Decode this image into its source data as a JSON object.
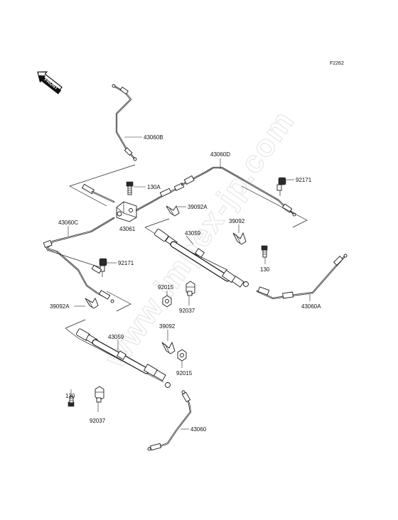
{
  "figure_code": "F2262",
  "front_label": "FRONT",
  "watermark": "www.impex-jp.com",
  "parts": [
    {
      "id": "p-43060B",
      "label": "43060B"
    },
    {
      "id": "p-130A",
      "label": "130A"
    },
    {
      "id": "p-43060D",
      "label": "43060D"
    },
    {
      "id": "p-92171-right",
      "label": "92171"
    },
    {
      "id": "p-39092A-upper",
      "label": "39092A"
    },
    {
      "id": "p-43060C",
      "label": "43060C"
    },
    {
      "id": "p-43061",
      "label": "43061"
    },
    {
      "id": "p-39092-upper",
      "label": "39092"
    },
    {
      "id": "p-43059-upper",
      "label": "43059"
    },
    {
      "id": "p-92171-left",
      "label": "92171"
    },
    {
      "id": "p-130-right",
      "label": "130"
    },
    {
      "id": "p-92015-upper",
      "label": "92015"
    },
    {
      "id": "p-39092A-lower",
      "label": "39092A"
    },
    {
      "id": "p-92037-upper",
      "label": "92037"
    },
    {
      "id": "p-43060A",
      "label": "43060A"
    },
    {
      "id": "p-43059-lower",
      "label": "43059"
    },
    {
      "id": "p-39092-lower",
      "label": "39092"
    },
    {
      "id": "p-92015-lower",
      "label": "92015"
    },
    {
      "id": "p-130-left",
      "label": "130"
    },
    {
      "id": "p-92037-lower",
      "label": "92037"
    },
    {
      "id": "p-43060",
      "label": "43060"
    }
  ]
}
